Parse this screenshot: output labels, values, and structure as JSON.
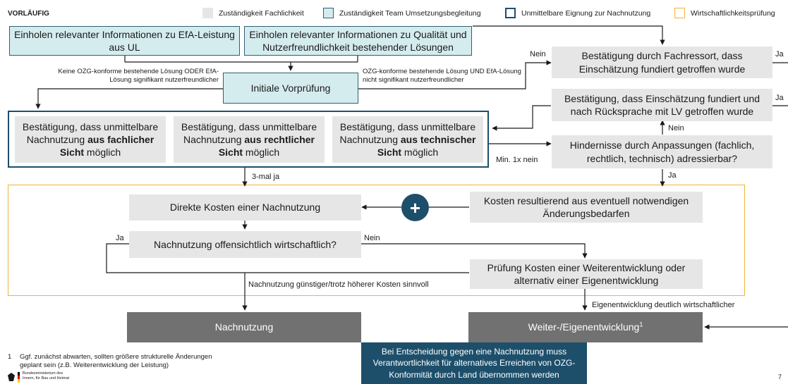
{
  "header": {
    "status": "VORLÄUFIG"
  },
  "legend": [
    {
      "label": "Zuständigkeit Fachlichkeit",
      "color": "#e6e6e6"
    },
    {
      "label": "Zuständigkeit Team Umsetzungsbegleitung",
      "color": "#d5ecef"
    },
    {
      "label": "Unmittelbare Eignung zur Nachnutzung",
      "color": "#1d4f6b"
    },
    {
      "label": "Wirtschaftlichkeitsprüfung",
      "color": "#f2b33d"
    }
  ],
  "boxes": {
    "info_efa": "Einholen relevanter Informationen zu EfA-Leistung aus UL",
    "info_quality": "Einholen relevanter Informationen zu Qualität und Nutzerfreundlichkeit bestehender Lösungen",
    "initial_check": "Initiale Vorprüfung",
    "confirm_ressort": "Bestätigung durch Fachressort, dass Einschätzung fundiert getroffen wurde",
    "confirm_lv": "Bestätigung, dass Einschätzung fundiert und nach Rücksprache mit LV getroffen wurde",
    "obstacles": "Hindernisse durch Anpassungen (fachlich, rechtlich, technisch) adressierbar?",
    "direct_costs": "Direkte Kosten einer Nachnutzung",
    "change_costs": "Kosten resultierend aus eventuell notwendigen Änderungsbedarfen",
    "economic_check": "Nachnutzung offensichtlich wirtschaftlich?",
    "dev_costs": "Prüfung Kosten einer Weiterentwicklung oder alternativ einer Eigenentwicklung",
    "reuse": "Nachnutzung",
    "own_dev": "Weiter-/Eigenentwicklung",
    "own_dev_sup": "1",
    "plus": "+"
  },
  "confirms": [
    {
      "pre": "Bestätigung, dass unmittelbare Nachnutzung ",
      "bold": "aus fachlicher Sicht",
      "post": " möglich"
    },
    {
      "pre": "Bestätigung, dass unmittelbare Nachnutzung ",
      "bold": "aus rechtlicher Sicht",
      "post": " möglich"
    },
    {
      "pre": "Bestätigung, dass unmittelbare Nachnutzung ",
      "bold": "aus technischer Sicht",
      "post": " möglich"
    }
  ],
  "labels": {
    "no_ozg": "Keine OZG-konforme bestehende Lösung ODER EfA-Lösung signifikant nutzerfreundlicher",
    "yes_ozg": "OZG-konforme bestehende Lösung UND EfA-Lösung nicht signifikant nutzerfreundlicher",
    "nein_top": "Nein",
    "ja_top": "Ja",
    "ja_mid": "Ja",
    "nein_mid": "Nein",
    "ja_obstacles": "Ja",
    "min_one_no": "Min. 1x nein",
    "three_yes": "3-mal ja",
    "ja_econ": "Ja",
    "nein_econ": "Nein",
    "reuse_cheaper": "Nachnutzung günstiger/trotz höherer Kosten sinnvoll",
    "own_cheaper": "Eigenentwicklung deutlich wirtschaftlicher"
  },
  "callout": "Bei Entscheidung gegen eine Nachnutzung muss Verantwortlichkeit für alternatives Erreichen von OZG-Konformität durch Land übernommen werden",
  "footnote": {
    "number": "1",
    "text": "Ggf. zunächst abwarten, sollten größere strukturelle Änderungen geplant sein (z.B. Weiterentwicklung der Leistung)"
  },
  "logo": {
    "text": "Bundesministerium des Innern, für Bau und Heimat"
  },
  "page_number": "7"
}
